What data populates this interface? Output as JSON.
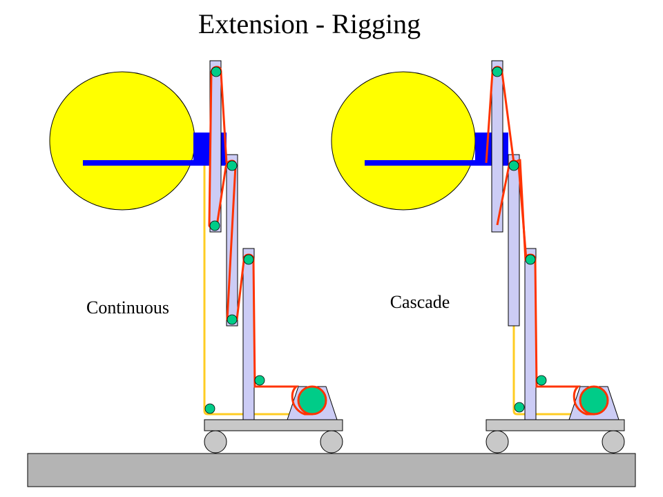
{
  "slide": {
    "title": "Extension - Rigging"
  },
  "diagrams": [
    {
      "label": "Continuous"
    },
    {
      "label": "Cascade"
    }
  ],
  "colors": {
    "ball": "#ffff00",
    "arm": "#0000ff",
    "mast": "#ccccf5",
    "cable": "#ff3300",
    "rope": "#ffcc22",
    "pulley": "#00cc88",
    "cart": "#c8c8c8",
    "floor": "#b4b4b4"
  }
}
